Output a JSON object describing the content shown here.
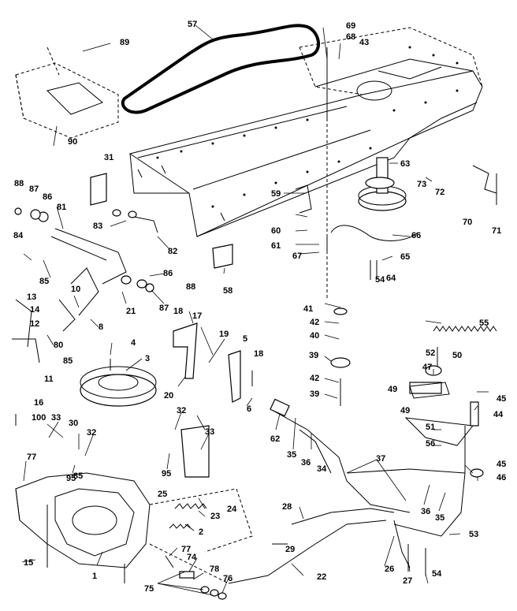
{
  "diagram": {
    "part_labels": [
      "57",
      "89",
      "69",
      "68",
      "43",
      "90",
      "31",
      "63",
      "88",
      "87",
      "86",
      "81",
      "83",
      "82",
      "59",
      "73",
      "72",
      "70",
      "71",
      "84",
      "60",
      "61",
      "67",
      "66",
      "65",
      "58",
      "85",
      "86",
      "87",
      "88",
      "64",
      "10",
      "13",
      "14",
      "21",
      "8",
      "12",
      "80",
      "85",
      "11",
      "41",
      "42",
      "55",
      "40",
      "18",
      "17",
      "19",
      "4",
      "5",
      "18",
      "3",
      "39",
      "52",
      "50",
      "42",
      "47",
      "20",
      "6",
      "39",
      "49",
      "45",
      "16",
      "100",
      "33",
      "30",
      "32",
      "49",
      "51",
      "44",
      "56",
      "62",
      "35",
      "36",
      "34",
      "33",
      "37",
      "95",
      "32",
      "77",
      "95",
      "85",
      "45",
      "46",
      "25",
      "23",
      "24",
      "28",
      "36",
      "35",
      "2",
      "53",
      "29",
      "77",
      "15",
      "1",
      "74",
      "78",
      "76",
      "75",
      "26",
      "22",
      "27",
      "54",
      "54"
    ]
  }
}
